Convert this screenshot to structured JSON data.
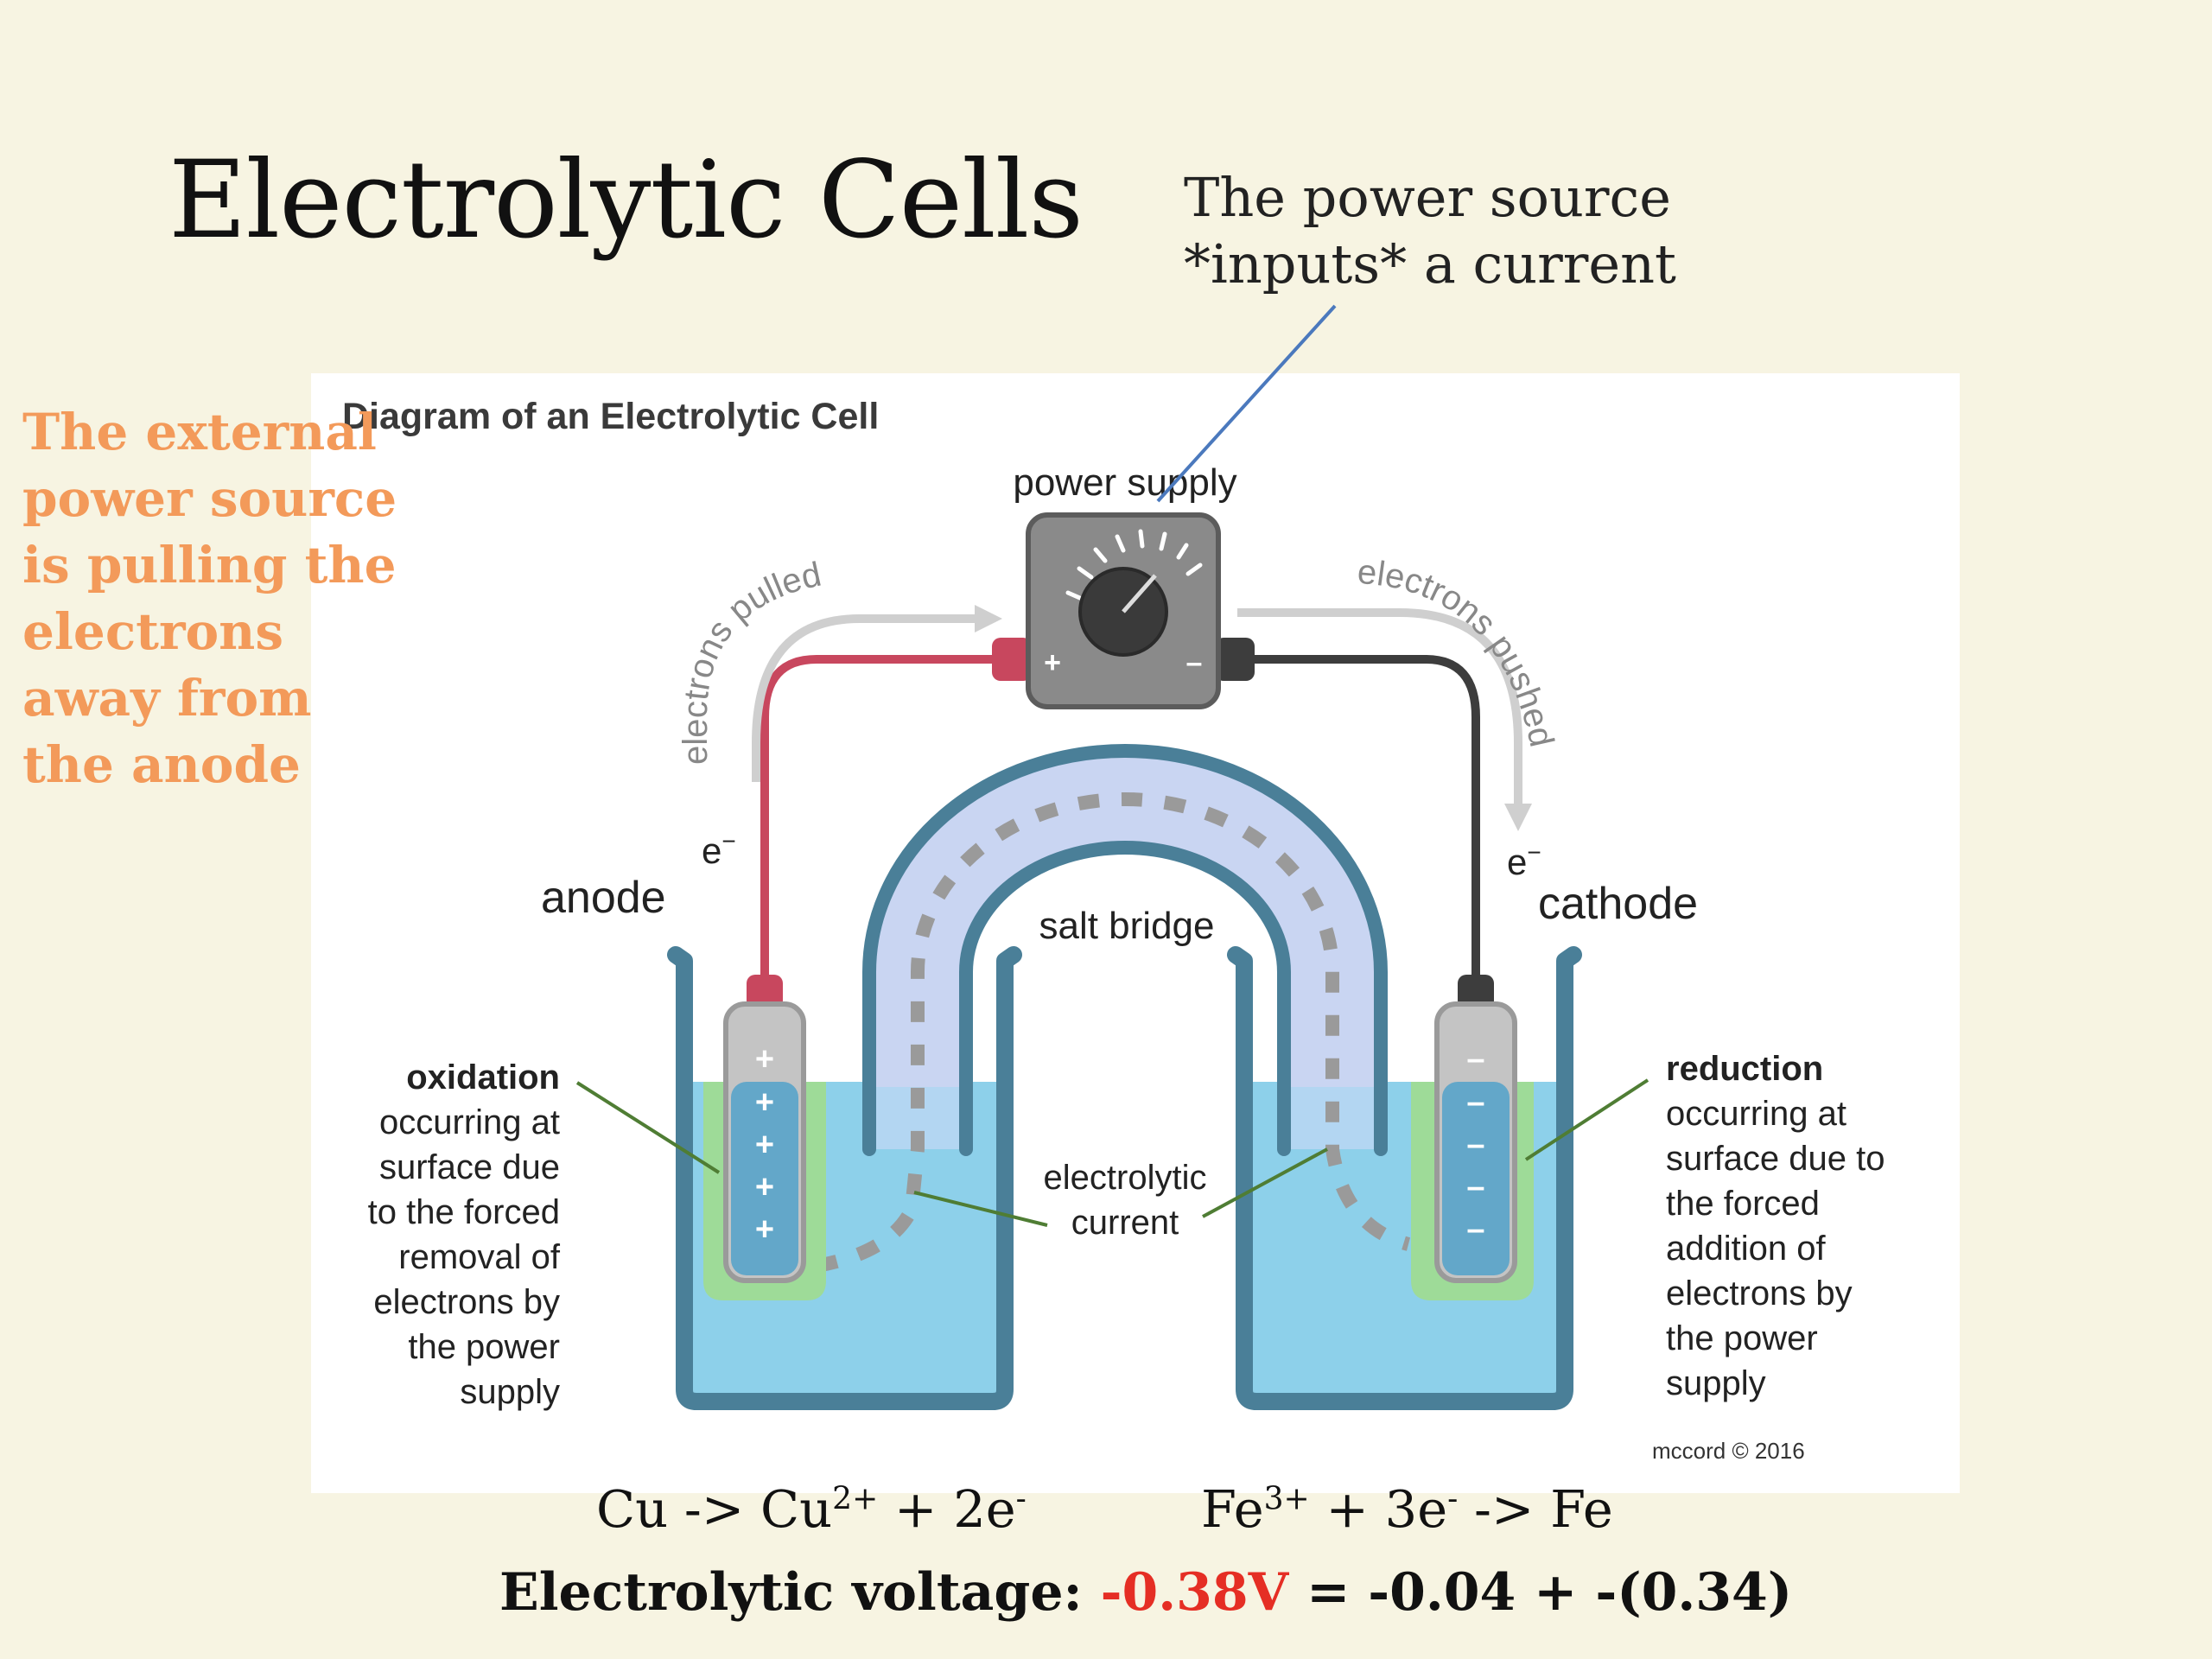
{
  "title": "Electrolytic Cells",
  "annotation_top": [
    "The power source",
    "*inputs* a current"
  ],
  "annotation_left": [
    "The external",
    "power source",
    "is pulling the",
    "electrons",
    "away from",
    "the anode"
  ],
  "diagram": {
    "title": "Diagram of an Electrolytic Cell",
    "power_supply_label": "power supply",
    "electrons_pulled": "electrons pulled",
    "electrons_pushed": "electrons pushed",
    "electron_symbol": "e",
    "anode_label": "anode",
    "cathode_label": "cathode",
    "salt_bridge_label": "salt bridge",
    "plus_sign": "+",
    "minus_sign": "–",
    "oxidation": {
      "heading": "oxidation",
      "lines": [
        "occurring at",
        "surface due",
        "to the forced",
        "removal of",
        "electrons by",
        "the power",
        "supply"
      ]
    },
    "reduction": {
      "heading": "reduction",
      "lines": [
        "occurring at",
        "surface due to",
        "the forced",
        "addition of",
        "electrons by",
        "the power",
        "supply"
      ]
    },
    "current_label": [
      "electrolytic",
      "current"
    ],
    "credit": "mccord © 2016"
  },
  "equations": {
    "anode": {
      "a": "Cu -> Cu",
      "a_sup": "2+",
      "b": " + 2e",
      "b_sup": "-"
    },
    "cathode": {
      "a": "Fe",
      "a_sup": "3+",
      "b": " + 3e",
      "b_sup": "-",
      "c": " -> Fe"
    }
  },
  "voltage": {
    "label": "Electrolytic voltage: ",
    "value": "-0.38V",
    "rest": " = -0.04 + -(0.34)"
  },
  "colors": {
    "background": "#f7f4e2",
    "annotation_orange": "#f39a5a",
    "voltage_red": "#e52e24",
    "positive_wire": "#c8475e",
    "negative_wire": "#3d3d3d",
    "solution": "#8dd0ea",
    "container": "#4a7f98",
    "salt_bridge": "#c9d5f2",
    "electrode_contact": "#9edb98",
    "pointer_line": "#4b79bd"
  }
}
